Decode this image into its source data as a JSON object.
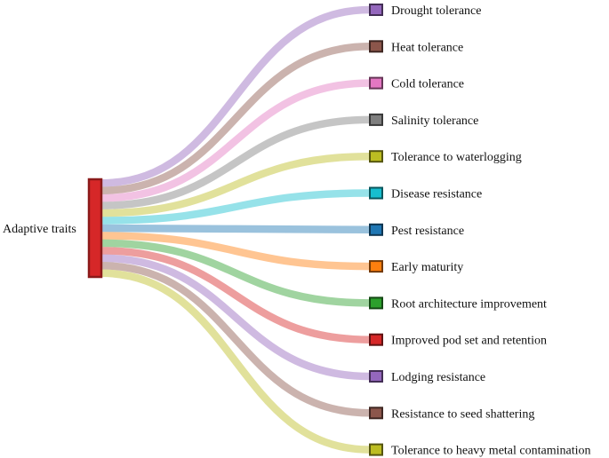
{
  "source": {
    "label": "Adaptive traits",
    "fill": "#d62728",
    "stroke": "#8b1a1a"
  },
  "targets": [
    {
      "label": "Drought tolerance",
      "color": "#9467bd"
    },
    {
      "label": "Heat tolerance",
      "color": "#8c564b"
    },
    {
      "label": "Cold tolerance",
      "color": "#e377c2"
    },
    {
      "label": "Salinity tolerance",
      "color": "#7f7f7f"
    },
    {
      "label": "Tolerance to waterlogging",
      "color": "#bcbd22"
    },
    {
      "label": "Disease resistance",
      "color": "#17becf"
    },
    {
      "label": "Pest resistance",
      "color": "#1f77b4"
    },
    {
      "label": "Early maturity",
      "color": "#ff7f0e"
    },
    {
      "label": "Root architecture improvement",
      "color": "#2ca02c"
    },
    {
      "label": "Improved pod set and retention",
      "color": "#d62728"
    },
    {
      "label": "Lodging resistance",
      "color": "#9467bd"
    },
    {
      "label": "Resistance to seed shattering",
      "color": "#8c564b"
    },
    {
      "label": "Tolerance to heavy metal contamination",
      "color": "#bcbd22"
    }
  ]
}
